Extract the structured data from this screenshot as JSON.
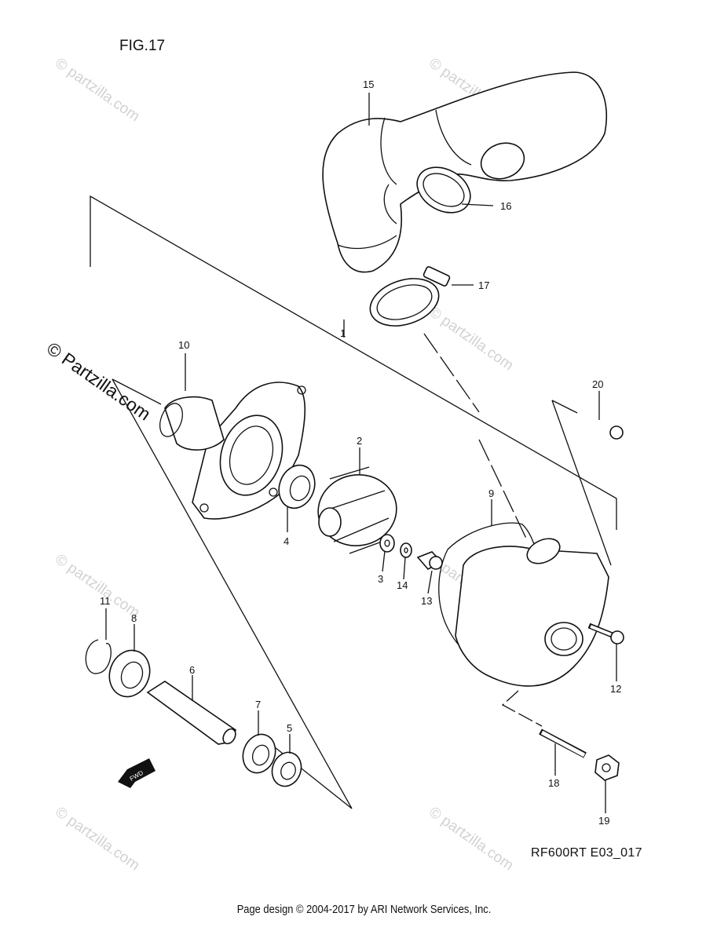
{
  "figure_title": "FIG.17",
  "diagram_code": "RF600RT E03_017",
  "footer": "Page design © 2004-2017 by ARI Network Services, Inc.",
  "watermark_main": "© Partzilla.com",
  "watermark_faint": "© partzilla.com",
  "fwd_label": "FWD",
  "callouts": [
    "1",
    "2",
    "3",
    "4",
    "5",
    "6",
    "7",
    "8",
    "9",
    "10",
    "11",
    "12",
    "13",
    "14",
    "15",
    "16",
    "17",
    "18",
    "19",
    "20"
  ]
}
